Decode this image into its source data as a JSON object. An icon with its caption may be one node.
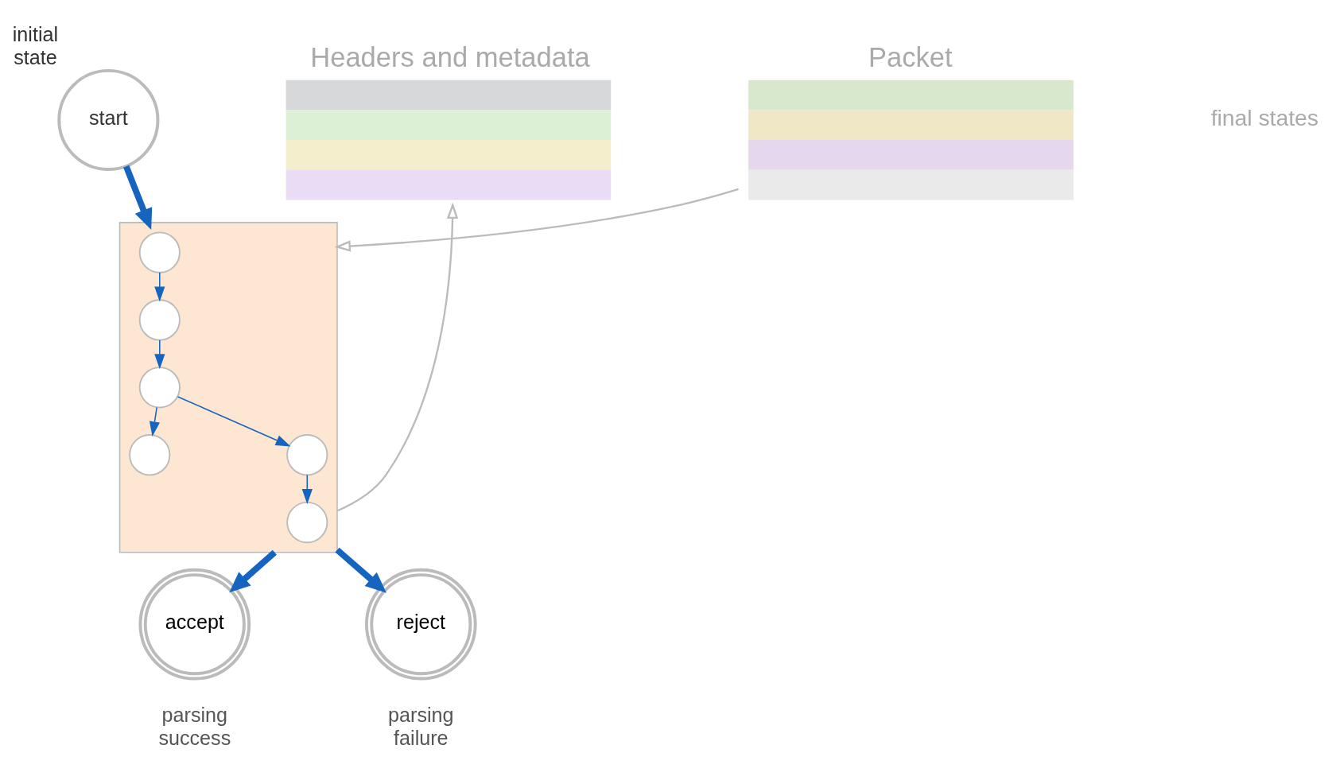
{
  "diagram": {
    "nodes": [
      {
        "text": [
          "start"
        ],
        "beside": [
          "initial state"
        ]
      },
      {
        "text": [
          "Packet"
        ]
      },
      {
        "text": [],
        "shape": "box"
      },
      {
        "text": [],
        "shape": "circle",
        "in": 2
      },
      {
        "text": [],
        "shape": "circle",
        "in": 2
      },
      {
        "text": [],
        "shape": "circle",
        "in": 2
      },
      {
        "text": [],
        "shape": "circle",
        "in": 2
      },
      {
        "text": [],
        "shape": "circle",
        "in": 2
      },
      {
        "text": [],
        "shape": "circle",
        "in": 2
      },
      {
        "text": [
          "Headers and metadata"
        ]
      },
      {
        "text": [
          "accept"
        ],
        "beside": [
          "parsing success"
        ]
      },
      {
        "text": [
          "reject"
        ],
        "beside": [
          "parsing failure"
        ]
      }
    ],
    "edges": [
      {
        "from": 0,
        "to": 2,
        "arrow": "to",
        "style": "thick"
      },
      {
        "from": 1,
        "to": 2,
        "arrow": "to",
        "color": "#bbbbbb"
      },
      {
        "from": 2,
        "to": 9,
        "arrow": "to",
        "color": "#bbbbbb"
      },
      {
        "from": 3,
        "to": 4,
        "arrow": "to"
      },
      {
        "from": 4,
        "to": 5,
        "arrow": "to"
      },
      {
        "from": 5,
        "to": 6,
        "arrow": "to"
      },
      {
        "from": 5,
        "to": 7,
        "arrow": "to"
      },
      {
        "from": 7,
        "to": 8,
        "arrow": "to"
      },
      {
        "from": 2,
        "to": 10,
        "arrow": "to",
        "style": "thick"
      },
      {
        "from": 2,
        "to": 11,
        "arrow": "to",
        "style": "thick"
      }
    ],
    "labels": [
      "final states"
    ]
  }
}
